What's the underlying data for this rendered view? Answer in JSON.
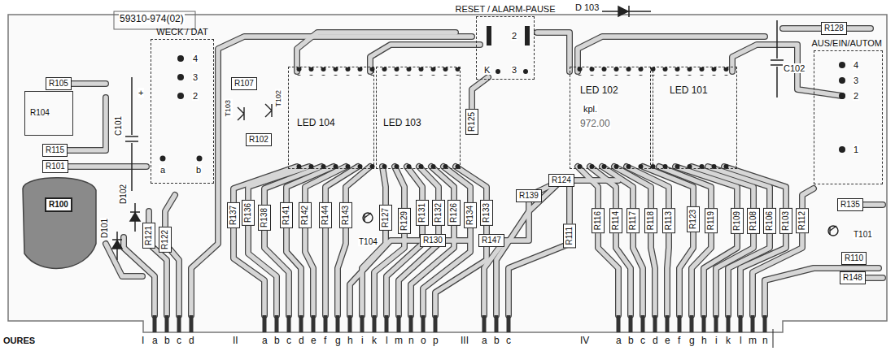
{
  "diagram": {
    "nodes": [
      {
        "text": [
          "WECK / DAT"
        ]
      },
      {
        "text": [
          "RESET / ALARM-PAUSE"
        ]
      },
      {
        "text": [
          "AUS/EIN/AUTOM"
        ]
      },
      {
        "text": [
          "R105"
        ]
      },
      {
        "text": [
          "R104"
        ]
      },
      {
        "text": [
          "R107"
        ]
      },
      {
        "text": [
          "R102"
        ]
      },
      {
        "text": [
          "LED 104"
        ]
      },
      {
        "text": [
          "LED 103"
        ]
      },
      {
        "text": [
          "LED 102"
        ]
      },
      {
        "text": [
          "LED 101"
        ]
      },
      {
        "text": [
          "R125"
        ]
      },
      {
        "text": [
          "R128"
        ]
      },
      {
        "text": [
          "R115"
        ]
      },
      {
        "text": [
          "R101"
        ]
      },
      {
        "text": [
          "R100"
        ]
      },
      {
        "text": [
          "R121"
        ]
      },
      {
        "text": [
          "R122"
        ]
      },
      {
        "text": [
          "R137"
        ]
      },
      {
        "text": [
          "R136"
        ]
      },
      {
        "text": [
          "R138"
        ]
      },
      {
        "text": [
          "R141"
        ]
      },
      {
        "text": [
          "R142"
        ]
      },
      {
        "text": [
          "R144"
        ]
      },
      {
        "text": [
          "R143"
        ]
      },
      {
        "text": [
          "R127"
        ]
      },
      {
        "text": [
          "R129"
        ]
      },
      {
        "text": [
          "R131"
        ]
      },
      {
        "text": [
          "R132"
        ]
      },
      {
        "text": [
          "R126"
        ]
      },
      {
        "text": [
          "R134"
        ]
      },
      {
        "text": [
          "R133"
        ]
      },
      {
        "text": [
          "R130"
        ]
      },
      {
        "text": [
          "R147"
        ]
      },
      {
        "text": [
          "R139"
        ]
      },
      {
        "text": [
          "R124"
        ]
      },
      {
        "text": [
          "R111"
        ]
      },
      {
        "text": [
          "R116"
        ]
      },
      {
        "text": [
          "R114"
        ]
      },
      {
        "text": [
          "R117"
        ]
      },
      {
        "text": [
          "R118"
        ]
      },
      {
        "text": [
          "R113"
        ]
      },
      {
        "text": [
          "R123"
        ]
      },
      {
        "text": [
          "R119"
        ]
      },
      {
        "text": [
          "R109"
        ]
      },
      {
        "text": [
          "R108"
        ]
      },
      {
        "text": [
          "R106"
        ]
      },
      {
        "text": [
          "R103"
        ]
      },
      {
        "text": [
          "R112"
        ]
      },
      {
        "text": [
          "R135"
        ]
      },
      {
        "text": [
          "R110"
        ]
      },
      {
        "text": [
          "R148"
        ]
      }
    ],
    "labels": [
      "59310-974(02)",
      "D 103",
      "C102",
      "C101",
      "+",
      "D101",
      "D102",
      "T103",
      "T102",
      "T104",
      "T101",
      "kpl.",
      "972.00",
      "4",
      "3",
      "2",
      "a",
      "b",
      "2",
      "K",
      "3",
      "4",
      "3",
      "2",
      "1",
      "I",
      "a",
      "b",
      "c",
      "d",
      "II",
      "a",
      "b",
      "c",
      "d",
      "e",
      "f",
      "g",
      "h",
      "i",
      "k",
      "l",
      "m",
      "n",
      "o",
      "p",
      "III",
      "a",
      "b",
      "c",
      "IV",
      "a",
      "b",
      "c",
      "d",
      "e",
      "f",
      "g",
      "h",
      "i",
      "k",
      "l",
      "m",
      "n",
      "OURES"
    ]
  }
}
